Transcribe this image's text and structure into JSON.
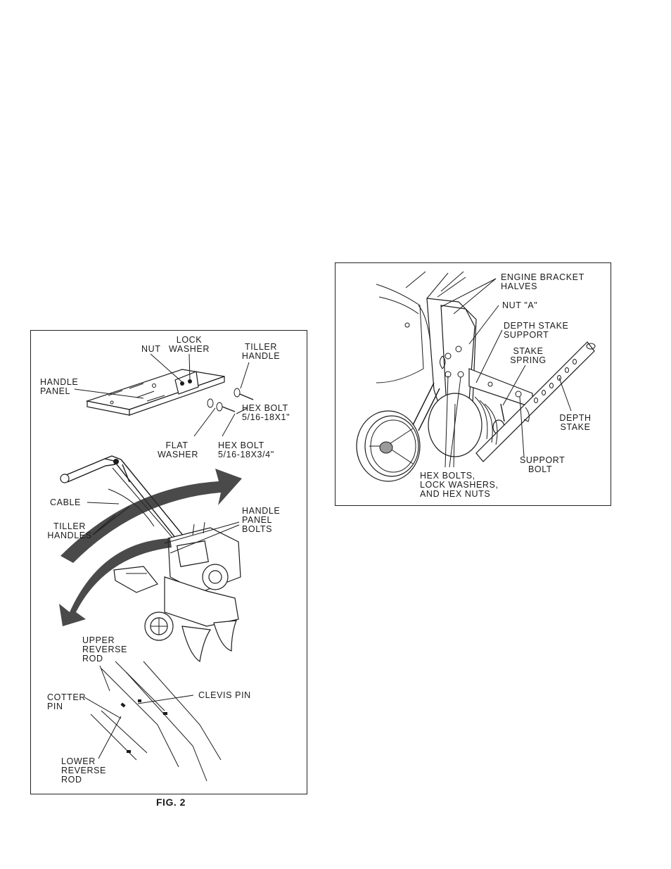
{
  "fig2": {
    "caption": "FIG. 2",
    "labels": {
      "nut": "NUT",
      "lock_washer": "LOCK\nWASHER",
      "tiller_handle": "TILLER\nHANDLE",
      "handle_panel": "HANDLE\nPANEL",
      "hex_bolt_1": "HEX BOLT\n5/16-18X1\"",
      "flat_washer": "FLAT\nWASHER",
      "hex_bolt_2": "HEX BOLT\n5/16-18X3/4\"",
      "cable": "CABLE",
      "tiller_handles": "TILLER\nHANDLES",
      "handle_panel_bolts": "HANDLE\nPANEL\nBOLTS",
      "upper_reverse_rod": "UPPER\nREVERSE\nROD",
      "cotter_pin": "COTTER\nPIN",
      "clevis_pin": "CLEVIS PIN",
      "lower_reverse_rod": "LOWER\nREVERSE\nROD"
    }
  },
  "fig_right": {
    "labels": {
      "engine_bracket_halves": "ENGINE BRACKET\nHALVES",
      "nut_a": "NUT \"A\"",
      "depth_stake_support": "DEPTH STAKE\nSUPPORT",
      "stake_spring": "STAKE\nSPRING",
      "depth_stake": "DEPTH\nSTAKE",
      "support_bolt": "SUPPORT\nBOLT",
      "hex_bolts": "HEX BOLTS,\nLOCK WASHERS,\nAND HEX NUTS"
    }
  }
}
